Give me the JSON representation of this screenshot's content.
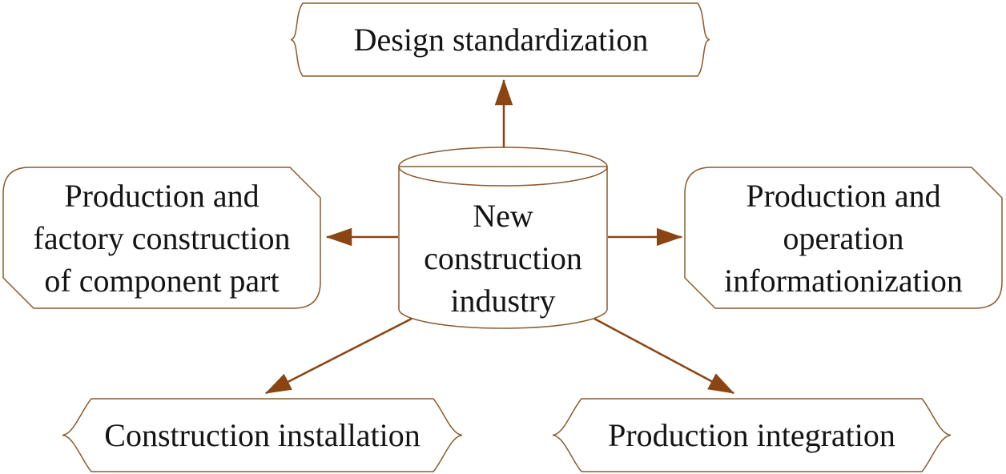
{
  "diagram": {
    "title": "New construction industry diagram",
    "colors": {
      "background": "#FFFFFF",
      "shape_outline": "#8B5A2B",
      "arrow": "#8B4513",
      "text": "#141414"
    },
    "center": {
      "id": "center",
      "shape": "cylinder",
      "label": "New construction industry",
      "lines": [
        "New",
        "construction",
        "industry"
      ]
    },
    "nodes": [
      {
        "id": "top",
        "shape": "brace-edged-box",
        "label": "Design standardization"
      },
      {
        "id": "left",
        "shape": "snip-round-corner-box",
        "label": "Production and factory construction of component part",
        "lines": [
          "Production and",
          "factory construction",
          "of component part"
        ]
      },
      {
        "id": "right",
        "shape": "snip-round-corner-box",
        "label": "Production and operation informationization",
        "lines": [
          "Production and",
          "operation",
          "informationization"
        ]
      },
      {
        "id": "bottom-left",
        "shape": "brace-edged-box",
        "label": "Construction installation"
      },
      {
        "id": "bottom-right",
        "shape": "brace-edged-box",
        "label": "Production integration"
      }
    ],
    "arrows": [
      {
        "from": "center",
        "to": "top"
      },
      {
        "from": "center",
        "to": "left"
      },
      {
        "from": "center",
        "to": "right"
      },
      {
        "from": "center",
        "to": "bottom-left"
      },
      {
        "from": "center",
        "to": "bottom-right"
      }
    ]
  }
}
